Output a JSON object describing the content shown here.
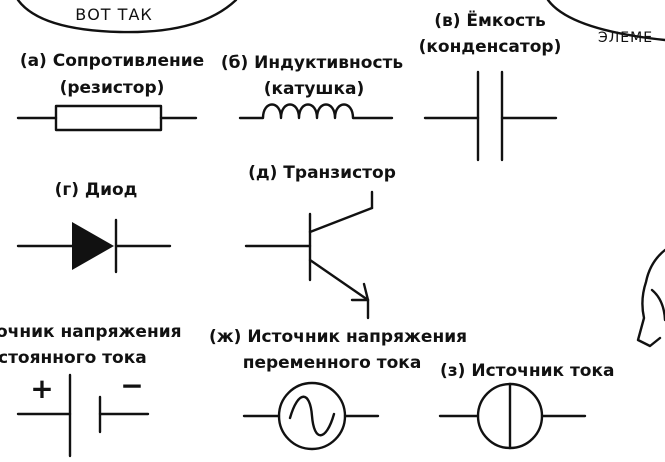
{
  "bubble_left": {
    "text": "ВОТ ТАК"
  },
  "bubble_right": {
    "text": "ЭЛЕМЕ"
  },
  "labels": {
    "a_line1": "(а) Сопротивление",
    "a_line2": "(резистор)",
    "b_line1": "(б) Индуктивность",
    "b_line2": "(катушка)",
    "c_line1": "(в) Ёмкость",
    "c_line2": "(конденсатор)",
    "d_line1": "(г) Диод",
    "e_line1": "(д) Транзистор",
    "f_line1": "очник напряжения",
    "f_line2": "стоянного тока",
    "g_line1": "(ж) Источник напряжения",
    "g_line2": "переменного тока",
    "h_line1": "(з) Источник тока"
  },
  "symbols": {
    "battery_plus": "+",
    "battery_minus": "−"
  },
  "colors": {
    "ink": "#111111",
    "background": "#ffffff"
  }
}
